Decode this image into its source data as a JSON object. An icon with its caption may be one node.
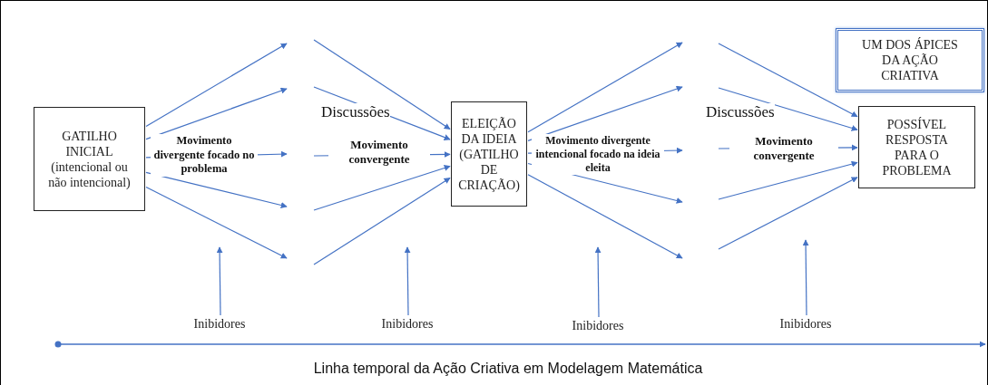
{
  "diagram": {
    "nodes": [
      {
        "text": [
          "GATILHO INICIAL (intencional ou não intencional)"
        ]
      },
      {
        "text": [
          "ELEIÇÃO DA IDEIA (GATILHO DE CRIAÇÃO)"
        ]
      },
      {
        "text": [
          "UM DOS ÁPICES DA AÇÃO CRIATIVA"
        ]
      },
      {
        "text": [
          "POSSÍVEL RESPOSTA PARA O PROBLEMA"
        ]
      },
      {
        "text": [
          "Inibidores"
        ]
      },
      {
        "text": [
          "Inibidores"
        ]
      },
      {
        "text": [
          "Inibidores"
        ]
      },
      {
        "text": [
          "Inibidores"
        ]
      }
    ],
    "edges": [
      {
        "from": 0,
        "to": null,
        "arrow": "to"
      },
      {
        "from": 0,
        "to": null,
        "arrow": "to"
      },
      {
        "from": 0,
        "to": null,
        "arrow": "to"
      },
      {
        "from": 0,
        "to": null,
        "arrow": "to"
      },
      {
        "from": 0,
        "to": null,
        "arrow": "to"
      },
      {
        "from": null,
        "to": 1,
        "arrow": "to"
      },
      {
        "from": null,
        "to": 1,
        "arrow": "to"
      },
      {
        "from": null,
        "to": 1,
        "arrow": "to"
      },
      {
        "from": null,
        "to": 1,
        "arrow": "to"
      },
      {
        "from": null,
        "to": 1,
        "arrow": "to"
      },
      {
        "from": 1,
        "to": null,
        "arrow": "to"
      },
      {
        "from": 1,
        "to": null,
        "arrow": "to"
      },
      {
        "from": 1,
        "to": null,
        "arrow": "to"
      },
      {
        "from": 1,
        "to": null,
        "arrow": "to"
      },
      {
        "from": 1,
        "to": null,
        "arrow": "to"
      },
      {
        "from": null,
        "to": 3,
        "arrow": "to"
      },
      {
        "from": null,
        "to": 3,
        "arrow": "to"
      },
      {
        "from": null,
        "to": 3,
        "arrow": "to"
      },
      {
        "from": null,
        "to": 3,
        "arrow": "to"
      },
      {
        "from": null,
        "to": 3,
        "arrow": "to"
      },
      {
        "from": 4,
        "to": null,
        "arrow": "to"
      },
      {
        "from": 5,
        "to": null,
        "arrow": "to"
      },
      {
        "from": 6,
        "to": null,
        "arrow": "to"
      },
      {
        "from": 7,
        "to": null,
        "arrow": "to"
      }
    ],
    "labels": [
      "Discussões",
      "Movimento divergente focado no problema",
      "Movimento convergente",
      "Discussões",
      "Movimento divergente intencional focado na ideia eleita",
      "Movimento convergente",
      "Linha temporal da Ação Criativa em Modelagem Matemática"
    ]
  }
}
